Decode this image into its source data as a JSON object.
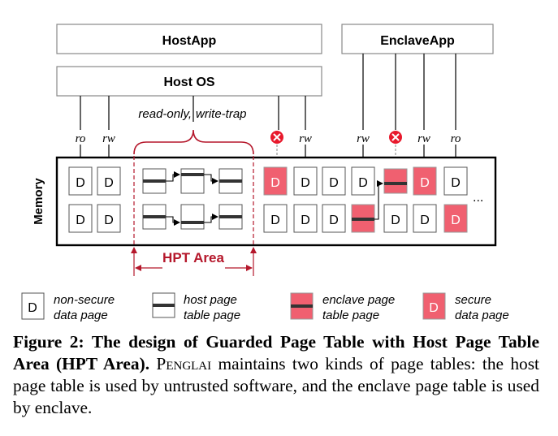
{
  "boxes": {
    "hostapp": "HostApp",
    "enclaveapp": "EnclaveApp",
    "hostos": "Host OS"
  },
  "labels": {
    "readonly": "read-only,",
    "writetrap": "write-trap",
    "ro": "ro",
    "rw": "rw",
    "memory": "Memory",
    "ellipsis": "...",
    "hpt_area": "HPT Area",
    "page_letter": "D"
  },
  "legend": {
    "nonsecure_1": "non-secure",
    "nonsecure_2": "data page",
    "hostpt_1": "host page",
    "hostpt_2": "table page",
    "enclavept_1": "enclave page",
    "enclavept_2": "table page",
    "secure_1": "secure",
    "secure_2": "data page"
  },
  "caption": {
    "figure": "Figure 2: The design of Guarded Page Table with Host Page Table Area (HPT Area).",
    "name": "Penglai",
    "rest": " maintains two kinds of page tables: the host page table is used by untrusted software, and the enclave page table is used by enclave."
  },
  "colors": {
    "secure_fill": "#f06070",
    "hpt_bracket": "#b5172b",
    "error_red": "#e8192c",
    "gray_arrow": "#9a9a9a"
  }
}
